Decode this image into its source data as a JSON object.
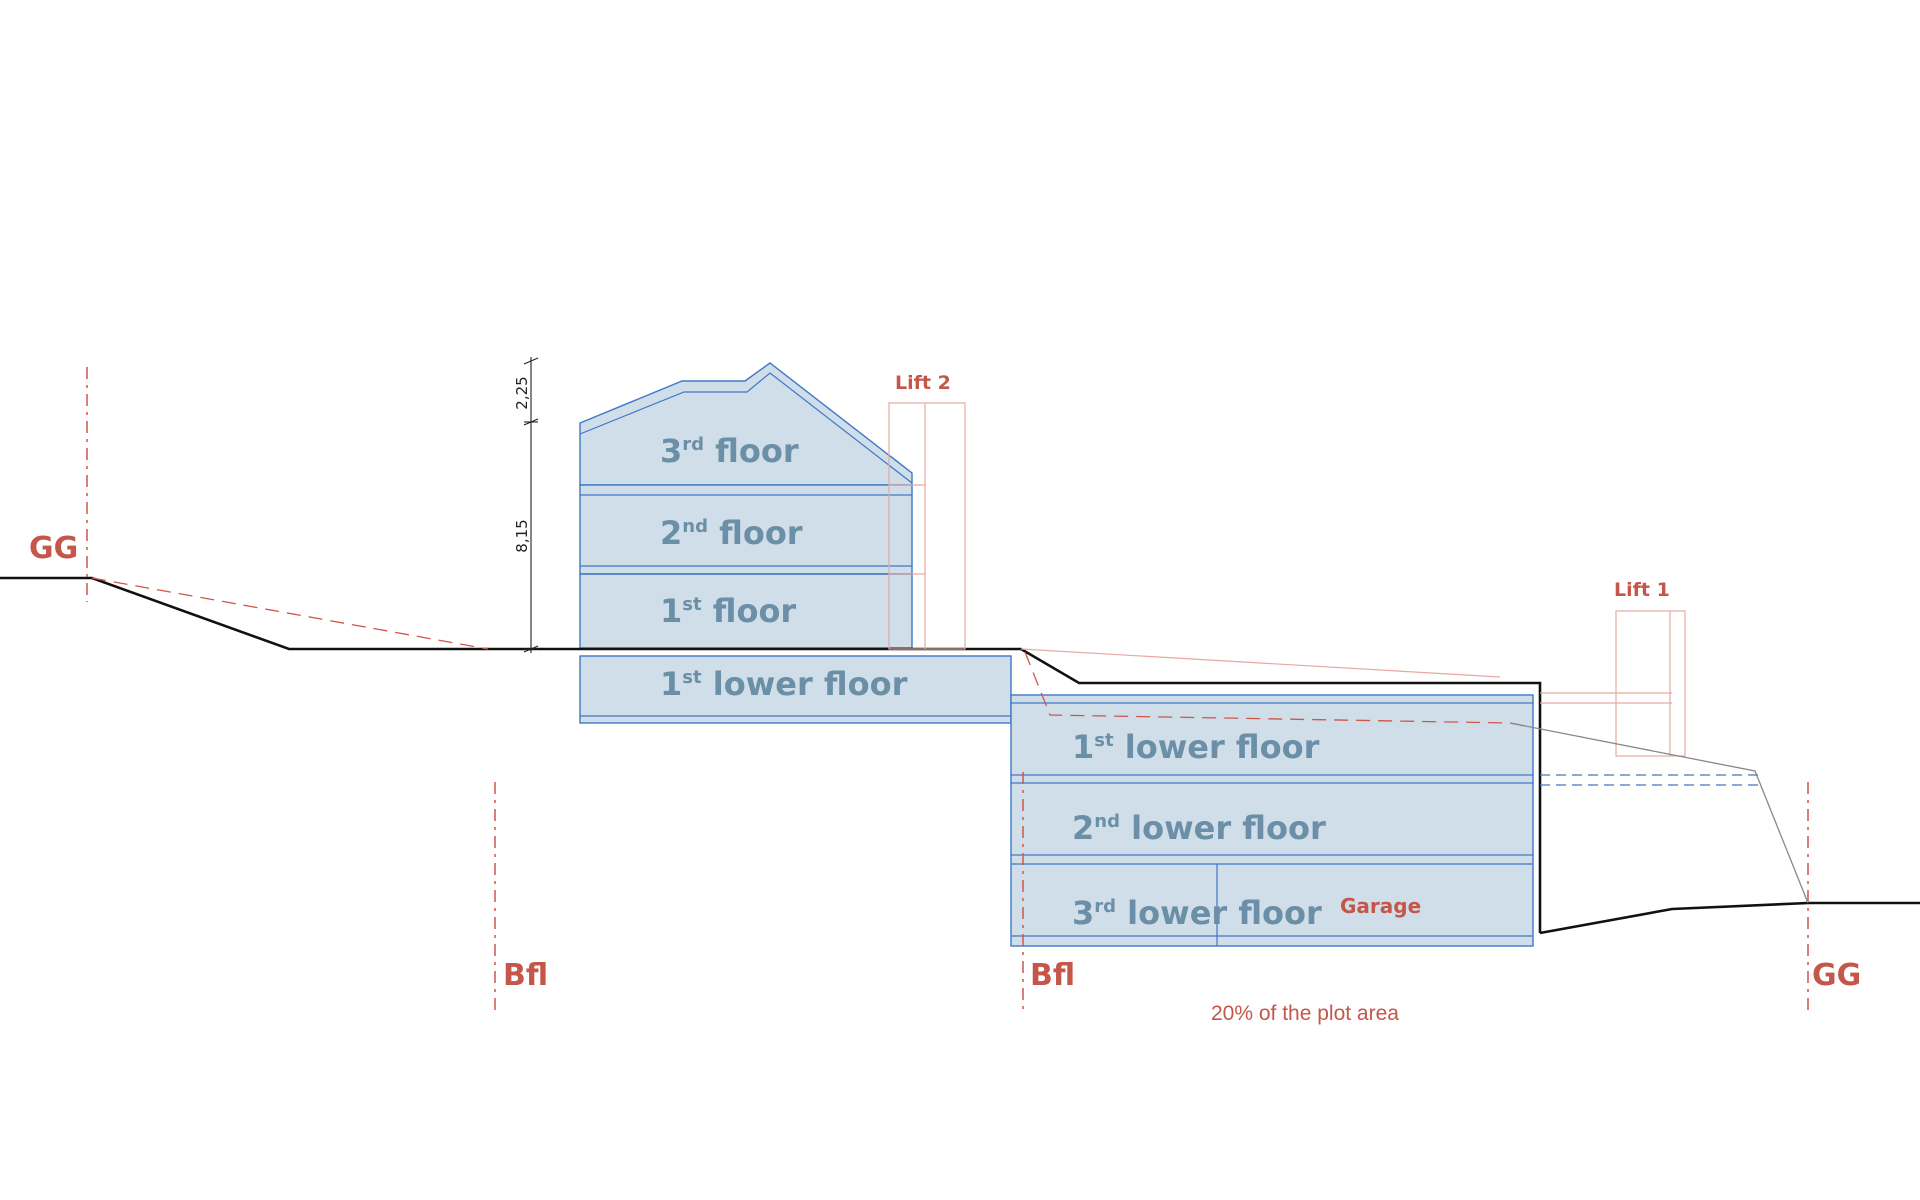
{
  "building": {
    "third_floor": {
      "num": "3",
      "sup": "rd",
      "text": " floor"
    },
    "second_floor": {
      "num": "2",
      "sup": "nd",
      "text": " floor"
    },
    "first_floor": {
      "num": "1",
      "sup": "st",
      "text": " floor"
    },
    "first_lower_floor_upper": {
      "num": "1",
      "sup": "st",
      "text": " lower floor"
    }
  },
  "underground": {
    "first_lower_floor": {
      "num": "1",
      "sup": "st",
      "text": " lower floor"
    },
    "second_lower_floor": {
      "num": "2",
      "sup": "nd",
      "text": " lower floor"
    },
    "third_lower_floor": {
      "num": "3",
      "sup": "rd",
      "text": " lower floor"
    },
    "garage": "Garage"
  },
  "lifts": {
    "lift_2": "Lift 2",
    "lift_1": "Lift 1"
  },
  "markers": {
    "gg_left": "GG",
    "gg_right": "GG",
    "bfl_left": "Bfl",
    "bfl_right": "Bfl"
  },
  "dimensions": {
    "upper": "2,25",
    "lower": "8,15"
  },
  "note": "20% of the plot area",
  "colors": {
    "volume_fill": "#cfdee8",
    "volume_stroke": "#3f78c8",
    "label": "#6b8fa6",
    "accent_red": "#c4574a"
  }
}
